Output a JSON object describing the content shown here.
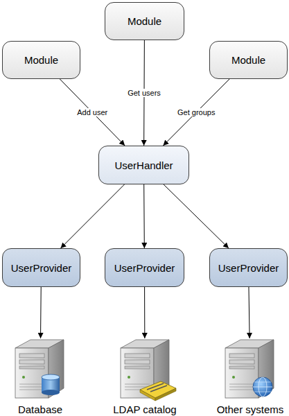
{
  "diagram": {
    "nodes": [
      {
        "text": [
          "Module"
        ]
      },
      {
        "text": [
          "Module"
        ]
      },
      {
        "text": [
          "Module"
        ]
      },
      {
        "text": [
          "UserHandler"
        ]
      },
      {
        "text": [
          "UserProvider"
        ]
      },
      {
        "text": [
          "UserProvider"
        ]
      },
      {
        "text": [
          "UserProvider"
        ]
      },
      {
        "text": [
          "Database"
        ]
      },
      {
        "text": [
          "LDAP catalog"
        ]
      },
      {
        "text": [
          "Other systems"
        ]
      }
    ],
    "edges": [
      {
        "from": 1,
        "to": 3,
        "label": "Add user",
        "arrow": "to"
      },
      {
        "from": 0,
        "to": 3,
        "label": "Get users",
        "arrow": "to"
      },
      {
        "from": 2,
        "to": 3,
        "label": "Get groups",
        "arrow": "to"
      },
      {
        "from": 3,
        "to": 4,
        "arrow": "to"
      },
      {
        "from": 3,
        "to": 5,
        "arrow": "to"
      },
      {
        "from": 3,
        "to": 6,
        "arrow": "to"
      },
      {
        "from": 4,
        "to": 7,
        "arrow": "to"
      },
      {
        "from": 5,
        "to": 8,
        "arrow": "to"
      },
      {
        "from": 6,
        "to": 9,
        "arrow": "to"
      }
    ]
  }
}
